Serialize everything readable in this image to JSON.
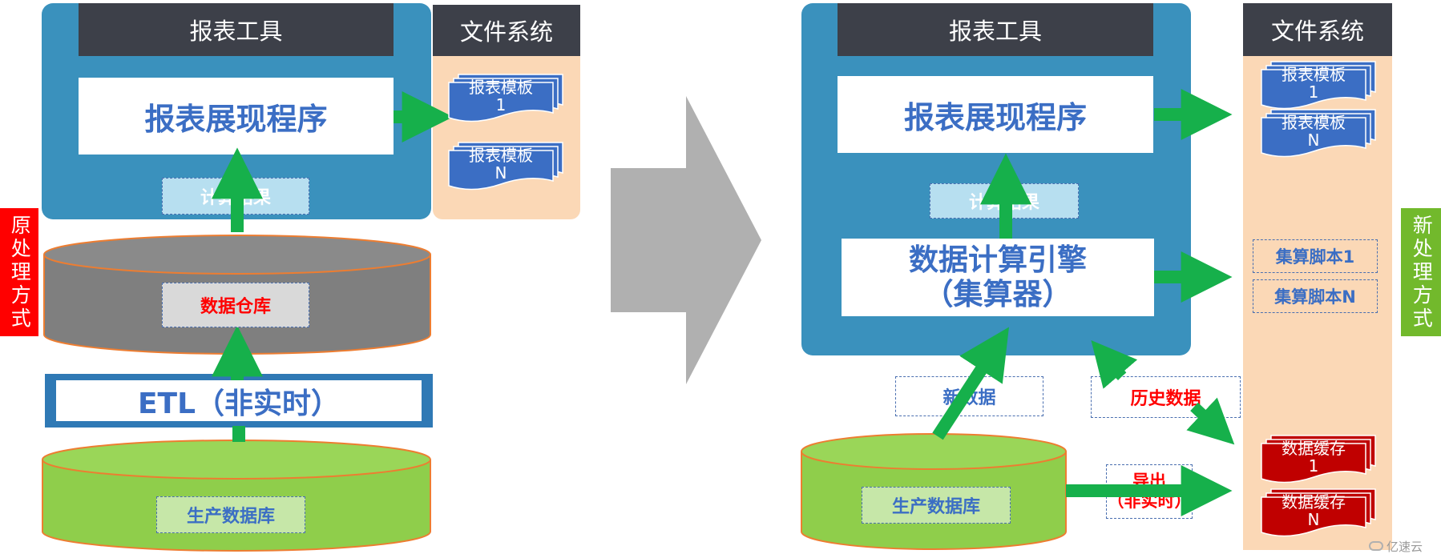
{
  "left": {
    "tool_title": "报表工具",
    "fs_title": "文件系统",
    "report_program": "报表展现程序",
    "calc_result": "计算结果",
    "warehouse": "数据仓库",
    "etl": "ETL（非实时）",
    "prod_db": "生产数据库",
    "template_1": "报表模板\n1",
    "template_n": "报表模板\nN",
    "side_label": "原处理方式"
  },
  "right": {
    "tool_title": "报表工具",
    "fs_title": "文件系统",
    "report_program": "报表展现程序",
    "calc_result": "计算结果",
    "engine_line1": "数据计算引擎",
    "engine_line2": "（集算器）",
    "new_data": "新数据",
    "history_data": "历史数据",
    "export_line1": "导出",
    "export_line2": "（非实时）",
    "prod_db": "生产数据库",
    "template_1": "报表模板\n1",
    "template_n": "报表模板\nN",
    "script_1": "集算脚本1",
    "script_n": "集算脚本N",
    "cache_1": "数据缓存\n1",
    "cache_n": "数据缓存\nN",
    "side_label": "新处理方式"
  },
  "watermark": "亿速云",
  "colors": {
    "panel_blue": "#3a91bd",
    "dark_bar": "#3d4049",
    "fs_peach": "#fbd8b6",
    "arrow_green": "#16b04b",
    "db_green": "#8fce4b",
    "warehouse_gray": "#7f7f7f",
    "doc_blue": "#3b6ec4",
    "cache_red": "#c00000",
    "label_red": "#ff0000",
    "side_red": "#ff0000",
    "side_green": "#72b92c",
    "text_blue": "#3b6ec4"
  }
}
